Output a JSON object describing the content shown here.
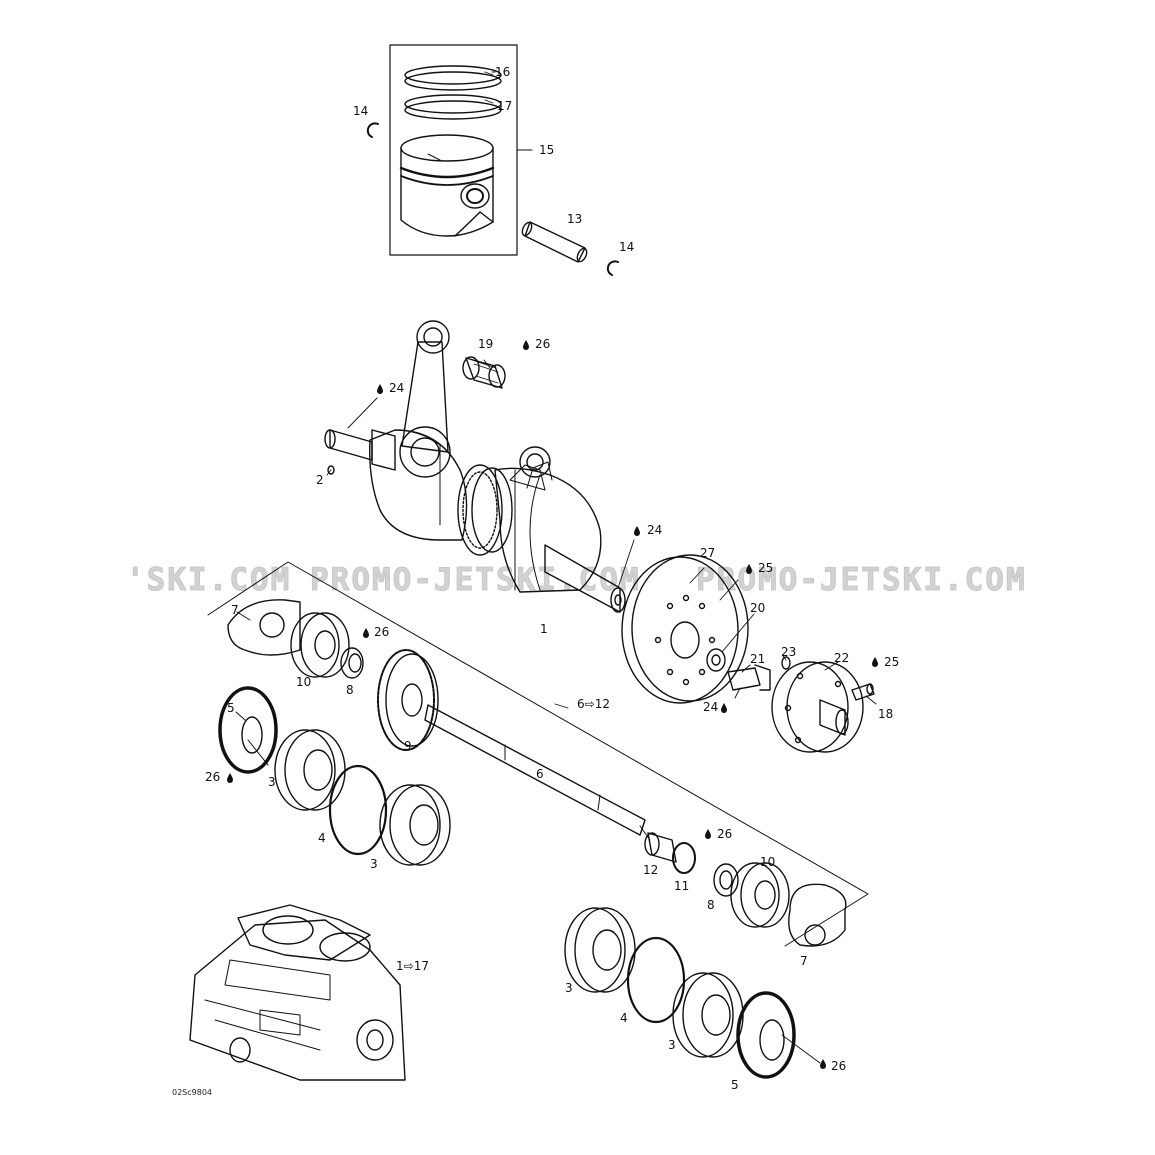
{
  "watermark": {
    "left": "'SKI.COM",
    "middle": "PROMO-JETSKI.COM",
    "right": "PROMO-JETSKI.COM"
  },
  "drawing_code": "02Sc9804",
  "labels": {
    "l1": "1",
    "l2": "2",
    "l3a": "3",
    "l3b": "3",
    "l3c": "3",
    "l3d": "3",
    "l4a": "4",
    "l4b": "4",
    "l5a": "5",
    "l5b": "5",
    "l6": "6",
    "l6range": "6⇨12",
    "l7a": "7",
    "l7b": "7",
    "l8a": "8",
    "l8b": "8",
    "l9": "9",
    "l10a": "10",
    "l10b": "10",
    "l11": "11",
    "l12": "12",
    "l13": "13",
    "l14a": "14",
    "l14b": "14",
    "l15": "15",
    "l16": "16",
    "l17": "17",
    "l18": "18",
    "l19": "19",
    "l20": "20",
    "l21": "21",
    "l22": "22",
    "l23": "23",
    "l24a": "24",
    "l24b": "24",
    "l24c": "24",
    "l25a": "25",
    "l25b": "25",
    "l26a": "26",
    "l26b": "26",
    "l26c": "26",
    "l26d": "26",
    "l26e": "26",
    "l27": "27",
    "l1range": "1⇨17"
  }
}
